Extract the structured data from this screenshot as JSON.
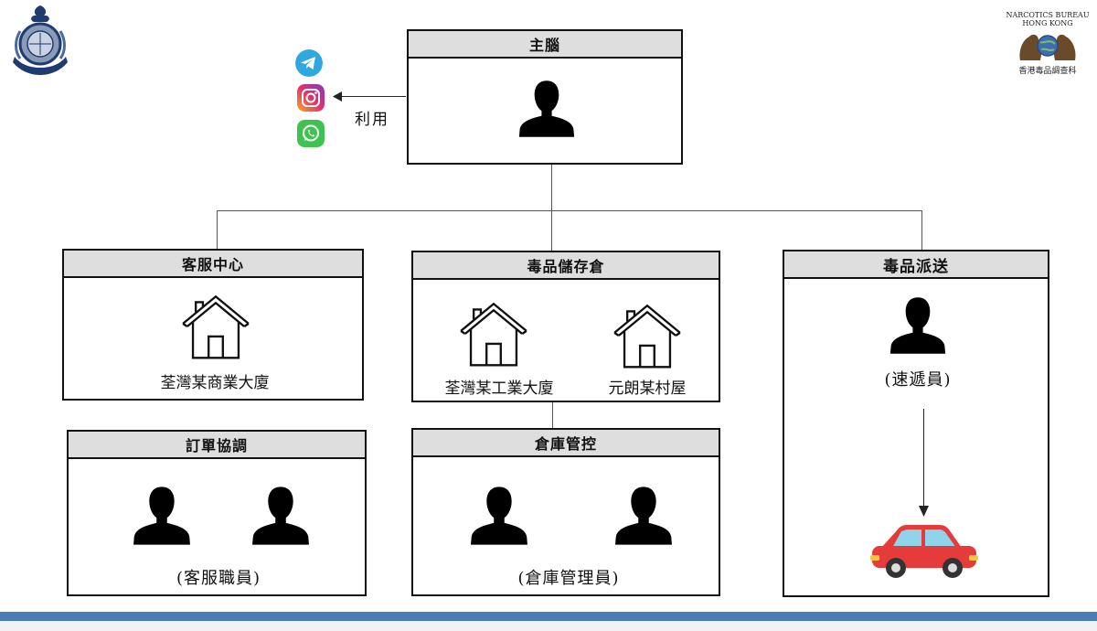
{
  "nb_logo": {
    "lines": [
      "NARCOTICS BUREAU",
      "HONG KONG"
    ],
    "chinese": "香港毒品調查科"
  },
  "apps": {
    "telegram_icon": "telegram-icon",
    "instagram_icon": "instagram-icon",
    "whatsapp_icon": "whatsapp-icon",
    "use_label": "利用"
  },
  "boss": {
    "title": "主腦"
  },
  "customer_service": {
    "title": "客服中心",
    "location": "荃灣某商業大廈"
  },
  "storage": {
    "title": "毒品儲存倉",
    "location_1": "荃灣某工業大廈",
    "location_2": "元朗某村屋"
  },
  "delivery": {
    "title": "毒品派送",
    "role": "(速遞員)"
  },
  "order_coord": {
    "title": "訂單協調",
    "role": "(客服職員)"
  },
  "warehouse_ctrl": {
    "title": "倉庫管控",
    "role": "(倉庫管理員)"
  },
  "colors": {
    "header_bg": "#dedede",
    "bottom_bar": "#4a7cb7",
    "car_red": "#e53b3b"
  }
}
